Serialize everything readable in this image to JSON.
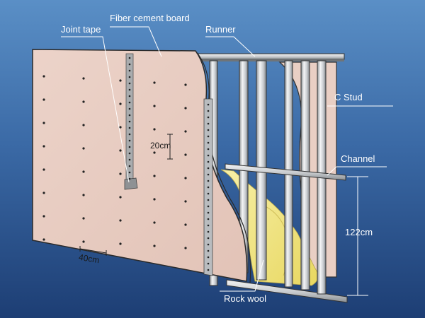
{
  "diagram": {
    "labels": {
      "fiber_cement_board": "Fiber cement board",
      "joint_tape": "Joint tape",
      "runner": "Runner",
      "c_stud": "C Stud",
      "channel": "Channel",
      "rock_wool": "Rock wool"
    },
    "dimensions": {
      "screw_spacing": "20cm",
      "board_edge": "40cm",
      "channel_spacing": "122cm"
    },
    "colors": {
      "background_top": "#5a8fc6",
      "background_bottom": "#1d3e74",
      "board": "#ead0c5",
      "steel": "#d6d9dc",
      "rock_wool": "#f4e98c"
    }
  }
}
